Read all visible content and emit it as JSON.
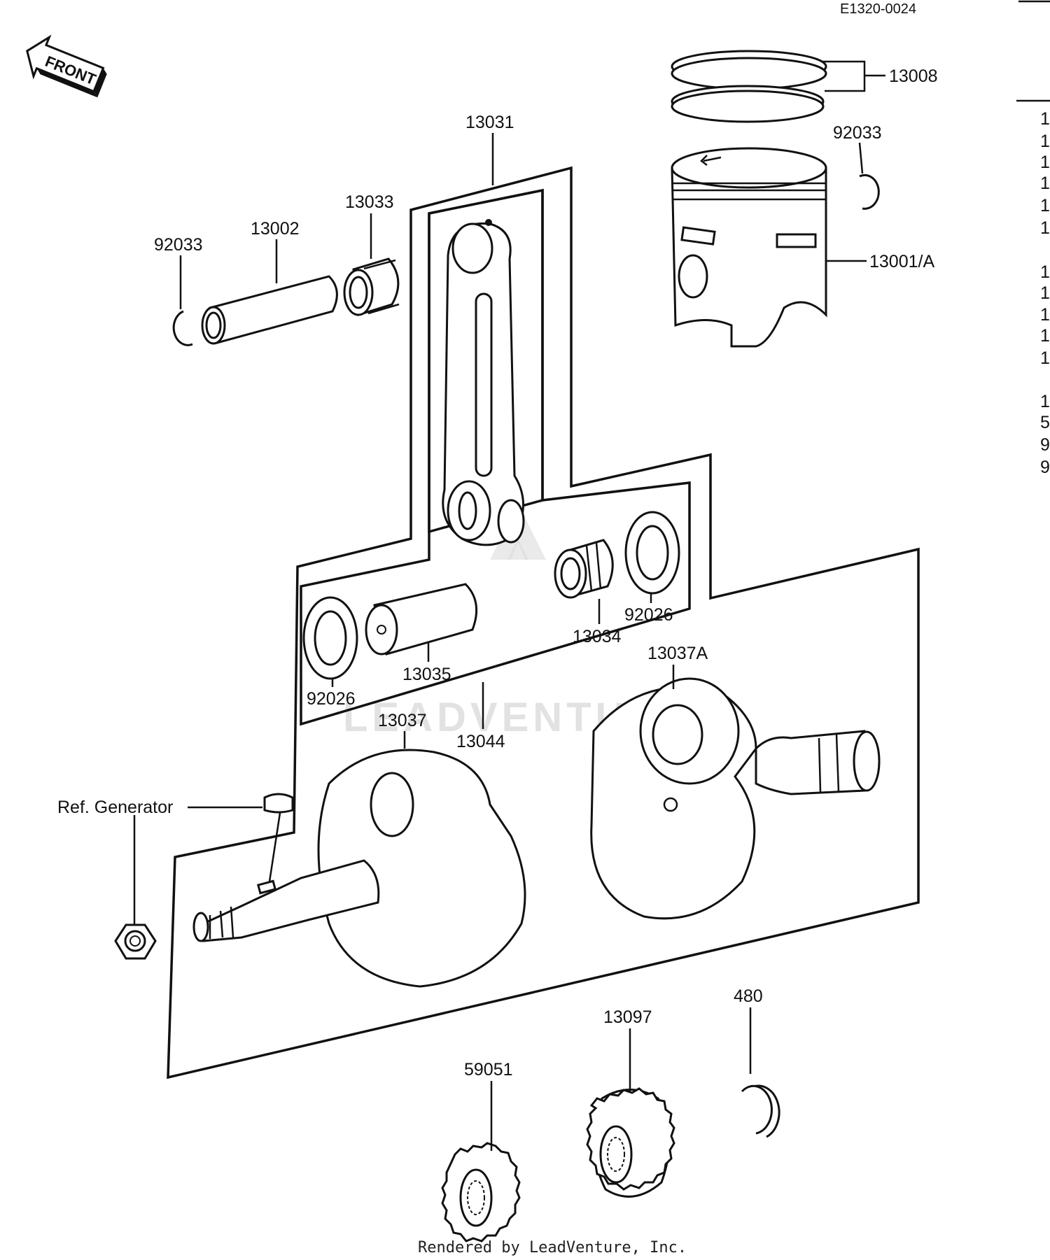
{
  "diagram": {
    "code": "E1320-0024",
    "front_label": "FRONT",
    "footer": "Rendered by LeadVenture, Inc.",
    "watermark": "LEADVENTURE",
    "side_list": [
      "1",
      "1",
      "1",
      "1",
      "1",
      "1",
      "1",
      "1",
      "1",
      "1",
      "1",
      "1",
      "5",
      "9",
      "9"
    ]
  },
  "callouts": {
    "p13008": "13008",
    "p92033_right": "92033",
    "p13001a": "13001/A",
    "p13031": "13031",
    "p13033": "13033",
    "p13002": "13002",
    "p92033_left": "92033",
    "p92026_right": "92026",
    "p13034": "13034",
    "p13035": "13035",
    "p92026_left": "92026",
    "p13044": "13044",
    "p13037a": "13037A",
    "p13037": "13037",
    "ref_generator": "Ref. Generator",
    "p480": "480",
    "p13097": "13097",
    "p59051": "59051"
  }
}
